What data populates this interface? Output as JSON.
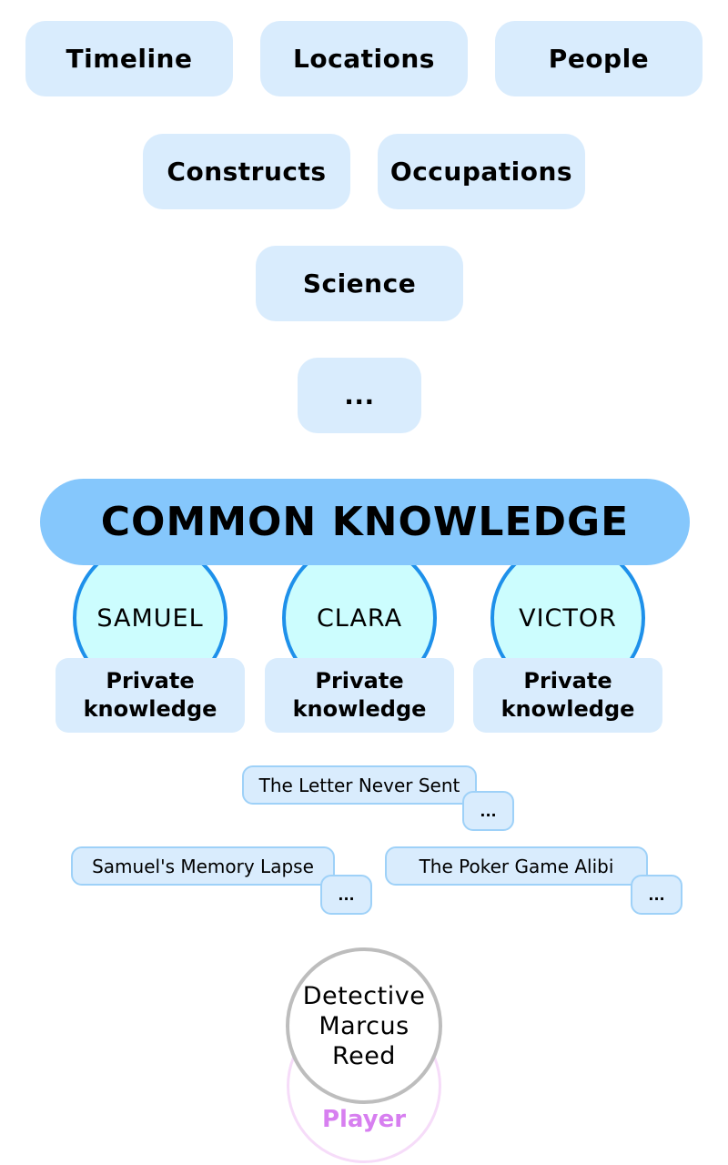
{
  "categories": [
    "Timeline",
    "Locations",
    "People",
    "Constructs",
    "Occupations",
    "Science",
    "..."
  ],
  "common_knowledge": "COMMON KNOWLEDGE",
  "characters": [
    {
      "name": "SAMUEL",
      "private": "Private knowledge"
    },
    {
      "name": "CLARA",
      "private": "Private knowledge"
    },
    {
      "name": "VICTOR",
      "private": "Private knowledge"
    }
  ],
  "secrets": [
    {
      "title": "The Letter Never Sent",
      "more": "..."
    },
    {
      "title": "Samuel's Memory Lapse",
      "more": "..."
    },
    {
      "title": "The Poker Game Alibi",
      "more": "..."
    }
  ],
  "player": {
    "name": "Detective Marcus Reed",
    "role": "Player"
  }
}
